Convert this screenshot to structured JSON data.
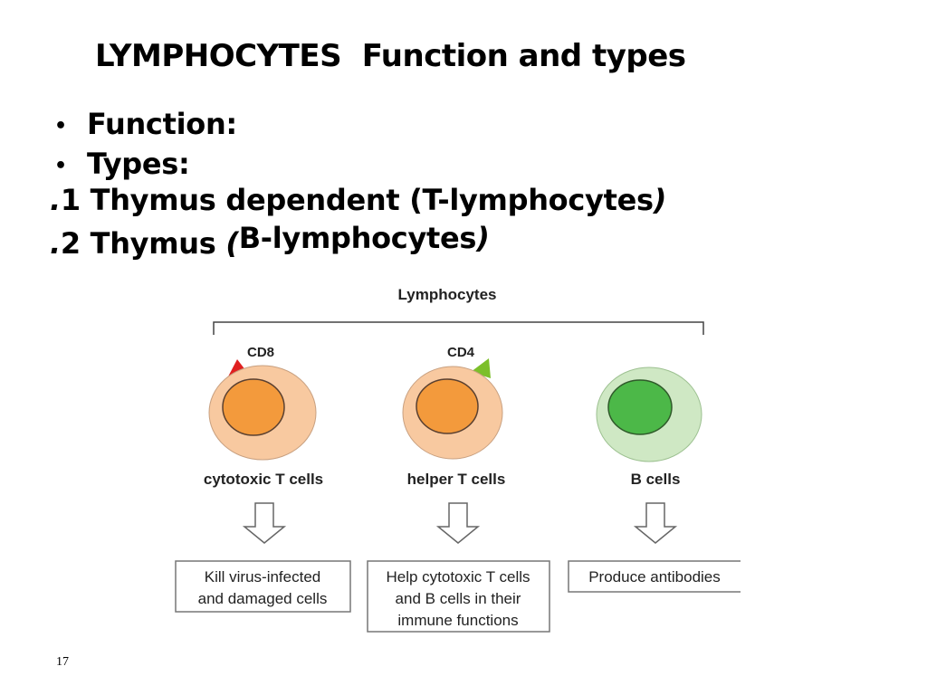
{
  "title": "LYMPHOCYTES  Function and types",
  "bullets": [
    {
      "label": "Function:"
    },
    {
      "label": "Types:"
    }
  ],
  "types": [
    {
      "number": "1",
      "name": "Thymus dependent",
      "paren": "(T-lymphocytes",
      "close": ")"
    },
    {
      "number": "2",
      "name": "Thymus",
      "open": "(",
      "paren": "B-lymphocytes",
      "close": ")"
    }
  ],
  "diagram": {
    "heading": "Lymphocytes",
    "cells": [
      {
        "marker": "CD8",
        "marker_color": "#e02020",
        "label": "cytotoxic T cells",
        "cell_color": "#f8c9a0",
        "nucleus_color": "#f39a3c",
        "function_lines": [
          "Kill virus-infected",
          "and damaged cells"
        ]
      },
      {
        "marker": "CD4",
        "marker_color": "#7cbf2a",
        "label": "helper T cells",
        "cell_color": "#f8c9a0",
        "nucleus_color": "#f39a3c",
        "function_lines": [
          "Help cytotoxic T cells",
          "and B cells in their",
          "immune functions"
        ]
      },
      {
        "marker": "",
        "label": "B cells",
        "cell_color": "#cfe8c4",
        "nucleus_color": "#4cb848",
        "function_lines": [
          "Produce antibodies"
        ]
      }
    ]
  },
  "slide_number": "17"
}
